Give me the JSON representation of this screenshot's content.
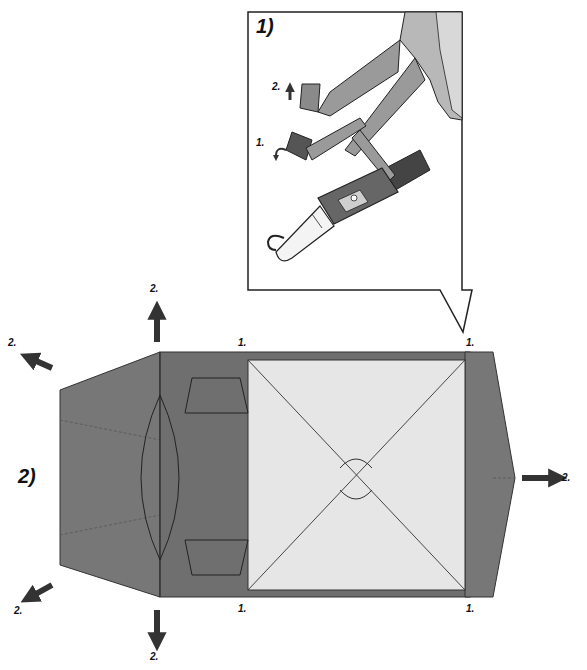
{
  "diagram": {
    "labels": [
      "1)",
      "2.",
      "1.",
      "2.",
      "2.",
      "1.",
      "1.",
      "2)",
      "2.",
      "1.",
      "1.",
      "2.",
      "2."
    ]
  }
}
